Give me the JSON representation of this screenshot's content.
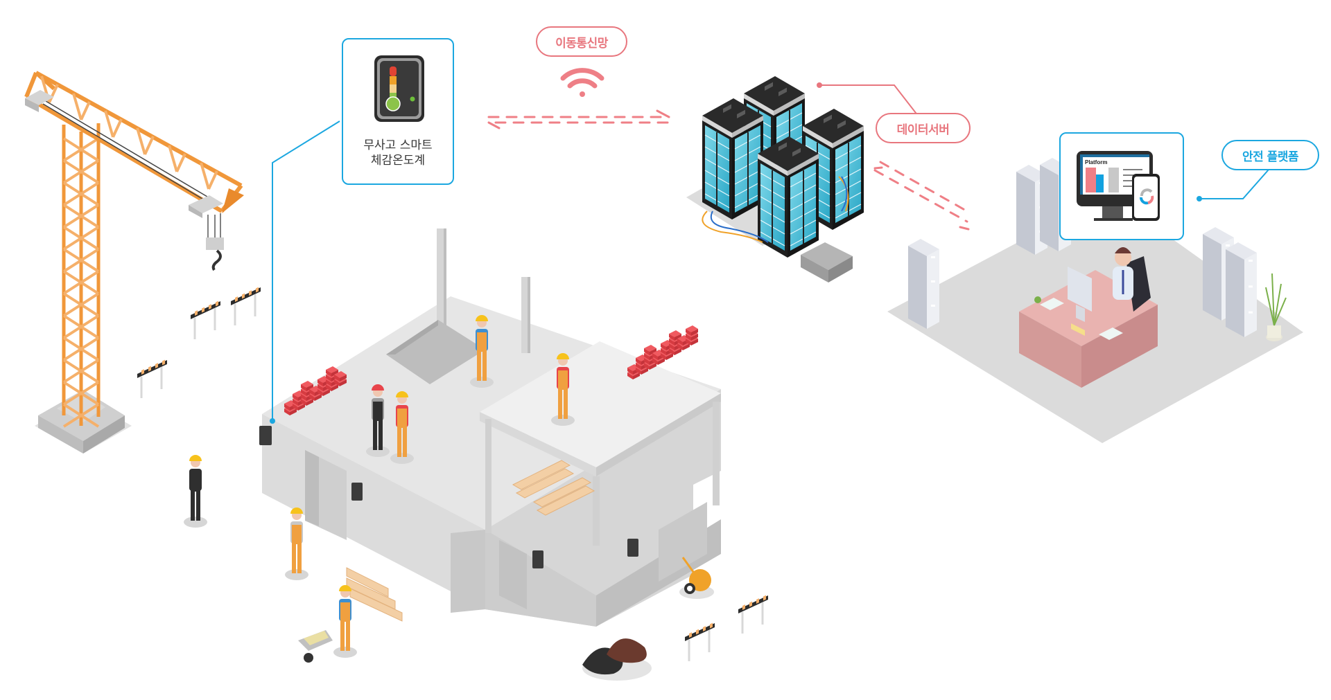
{
  "diagram": {
    "title": "Smart construction safety system",
    "nodes": {
      "sensor": {
        "line1": "무사고 스마트",
        "line2": "체감온도계",
        "icon": "thermometer-device-icon"
      },
      "network": {
        "label": "이동통신망",
        "icon": "wifi-icon"
      },
      "server": {
        "label": "데이터서버",
        "icon": "server-rack-icon"
      },
      "platform": {
        "label": "안전 플랫폼",
        "icon": "monitor-phone-icon",
        "screen_title": "Platform"
      }
    },
    "scene": {
      "construction_site": "construction-site-illustration",
      "office": "office-illustration"
    },
    "colors": {
      "accent_blue": "#1ba7e0",
      "accent_red": "#e8767e",
      "crane_orange": "#f0973a",
      "brick_red": "#e8444a",
      "concrete": "#e4e4e4"
    }
  }
}
